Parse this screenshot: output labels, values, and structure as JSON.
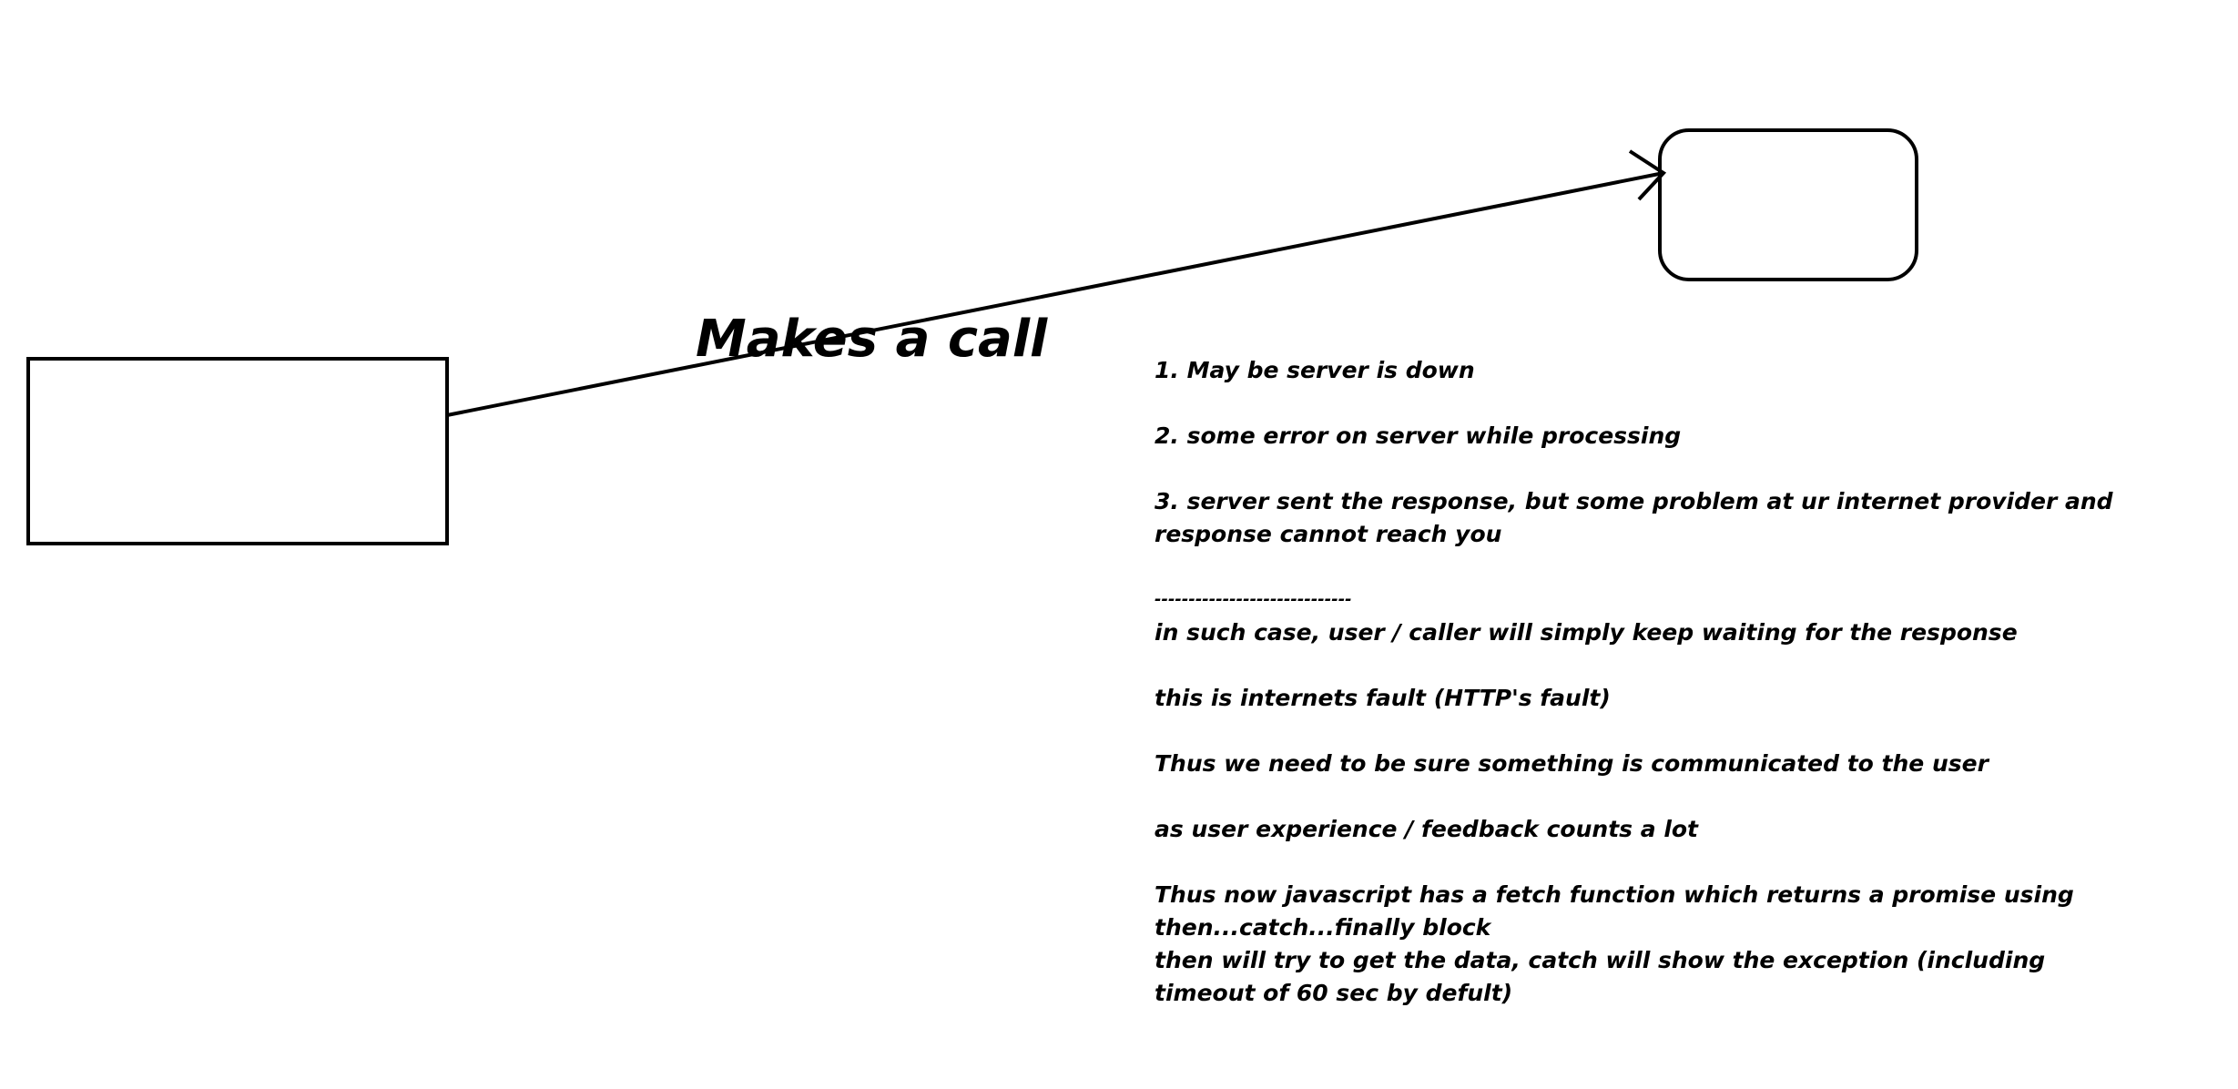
{
  "diagram": {
    "edge_label": "Makes a call",
    "notes": [
      "1. May be server is down",
      "2. some error on server while processing",
      "3. server sent the response, but some problem at ur internet provider and response cannot reach you",
      "-----------------------------",
      "in such case, user / caller will simply keep waiting for the response",
      "this is internets fault (HTTP's fault)",
      "Thus we need to be sure something is communicated to the user",
      "as user experience / feedback counts a lot",
      "Thus now javascript has a fetch function which returns a promise using then...catch...finally block",
      "then will try to get the data, catch will show the exception (including timeout of 60 sec by defult)"
    ]
  }
}
